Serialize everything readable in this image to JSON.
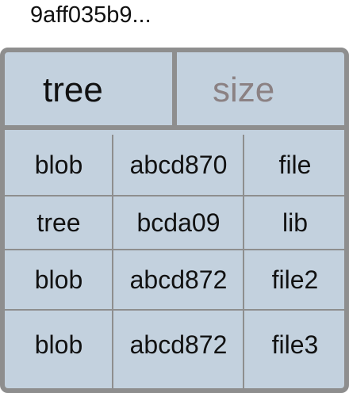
{
  "object_id": "9aff035b9...",
  "header": {
    "type_label": "tree",
    "size_label": "size"
  },
  "entries": [
    {
      "type": "blob",
      "hash": "abcd870",
      "name": "file"
    },
    {
      "type": "tree",
      "hash": "bcda09",
      "name": "lib"
    },
    {
      "type": "blob",
      "hash": "abcd872",
      "name": "file2"
    },
    {
      "type": "blob",
      "hash": "abcd872",
      "name": "file3"
    }
  ],
  "colors": {
    "box_fill": "#c3d1de",
    "border": "#8e8e8e",
    "size_text": "#8b8183"
  }
}
